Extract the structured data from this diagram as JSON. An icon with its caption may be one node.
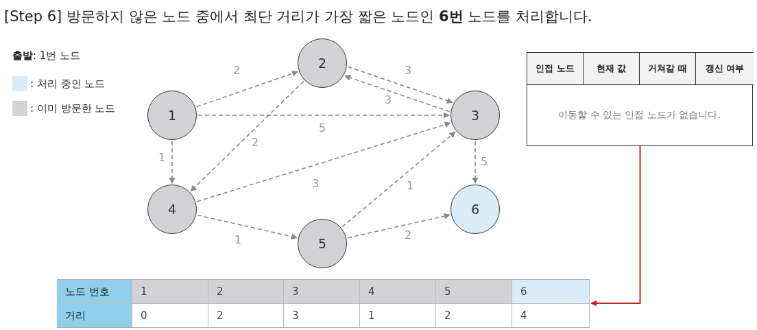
{
  "diagram": {
    "title": "[Step 6] 방문하지 않은 노드 중에서 최단 거리가 가장 짧은 노드인 **6번** 노드를 처리합니다.",
    "nodes": [
      {
        "text": [
          "1"
        ]
      },
      {
        "text": [
          "2"
        ]
      },
      {
        "text": [
          "3"
        ]
      },
      {
        "text": [
          "4"
        ]
      },
      {
        "text": [
          "5"
        ]
      },
      {
        "text": [
          "6"
        ]
      },
      {
        "text": [
          "인접 노드",
          "현재 값",
          "거쳐갈 때",
          "갱신 여부",
          "이동할 수 있는 인접 노드가 없습니다."
        ]
      },
      {
        "text": [
          "노드 번호",
          "1",
          "2",
          "3",
          "4",
          "5",
          "6",
          "거리",
          "0",
          "2",
          "3",
          "1",
          "2",
          "4"
        ]
      }
    ],
    "edges": [
      {
        "from": 0,
        "to": 1,
        "arrow": "to",
        "label": "2",
        "style": "dashed"
      },
      {
        "from": 1,
        "to": 2,
        "arrow": "to",
        "label": "3",
        "style": "dashed"
      },
      {
        "from": 2,
        "to": 1,
        "arrow": "to",
        "label": "3",
        "style": "dashed"
      },
      {
        "from": 0,
        "to": 2,
        "arrow": "to",
        "label": "5",
        "style": "dashed"
      },
      {
        "from": 1,
        "to": 3,
        "arrow": "to",
        "label": "2",
        "style": "dashed"
      },
      {
        "from": 0,
        "to": 3,
        "arrow": "to",
        "label": "1",
        "style": "dashed"
      },
      {
        "from": 3,
        "to": 2,
        "arrow": "to",
        "label": "3",
        "style": "dashed"
      },
      {
        "from": 4,
        "to": 2,
        "arrow": "to",
        "label": "1",
        "style": "dashed"
      },
      {
        "from": 2,
        "to": 5,
        "arrow": "to",
        "label": "5",
        "style": "dashed"
      },
      {
        "from": 3,
        "to": 4,
        "arrow": "to",
        "label": "1",
        "style": "dashed"
      },
      {
        "from": 4,
        "to": 5,
        "arrow": "to",
        "label": "2",
        "style": "dashed"
      },
      {
        "from": 6,
        "to": 7,
        "arrow": "to",
        "color": "#c0281e"
      }
    ],
    "labels": [
      "**출발**: 1번 노드"
    ],
    "legend": [
      {
        "text": ": 처리 중인 노드",
        "color": "#d9ecf7"
      },
      {
        "text": ": 이미 방문한 노드",
        "color": "#d3d3d6"
      }
    ]
  }
}
